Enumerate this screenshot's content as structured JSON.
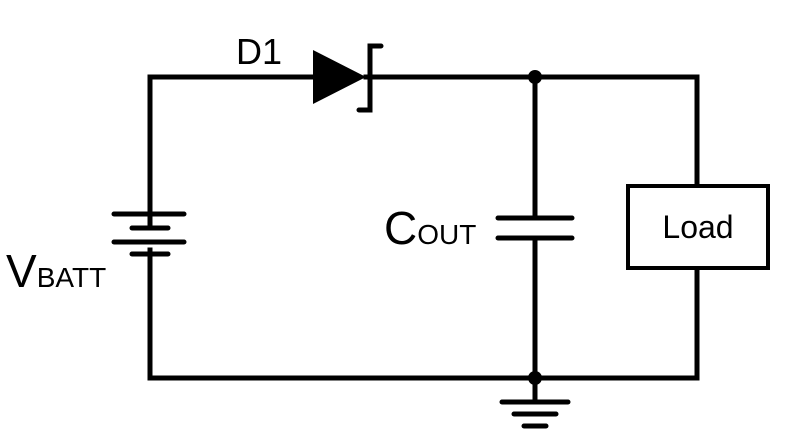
{
  "diagram": {
    "type": "circuit-schematic",
    "components": {
      "diode": {
        "label": "D1",
        "symbol": "schottky-diode"
      },
      "battery": {
        "label_main": "V",
        "label_sub": "BATT",
        "symbol": "battery"
      },
      "capacitor": {
        "label_main": "C",
        "label_sub": "OUT",
        "symbol": "capacitor"
      },
      "load": {
        "label": "Load",
        "symbol": "rectangle"
      },
      "ground": {
        "symbol": "ground"
      }
    }
  }
}
